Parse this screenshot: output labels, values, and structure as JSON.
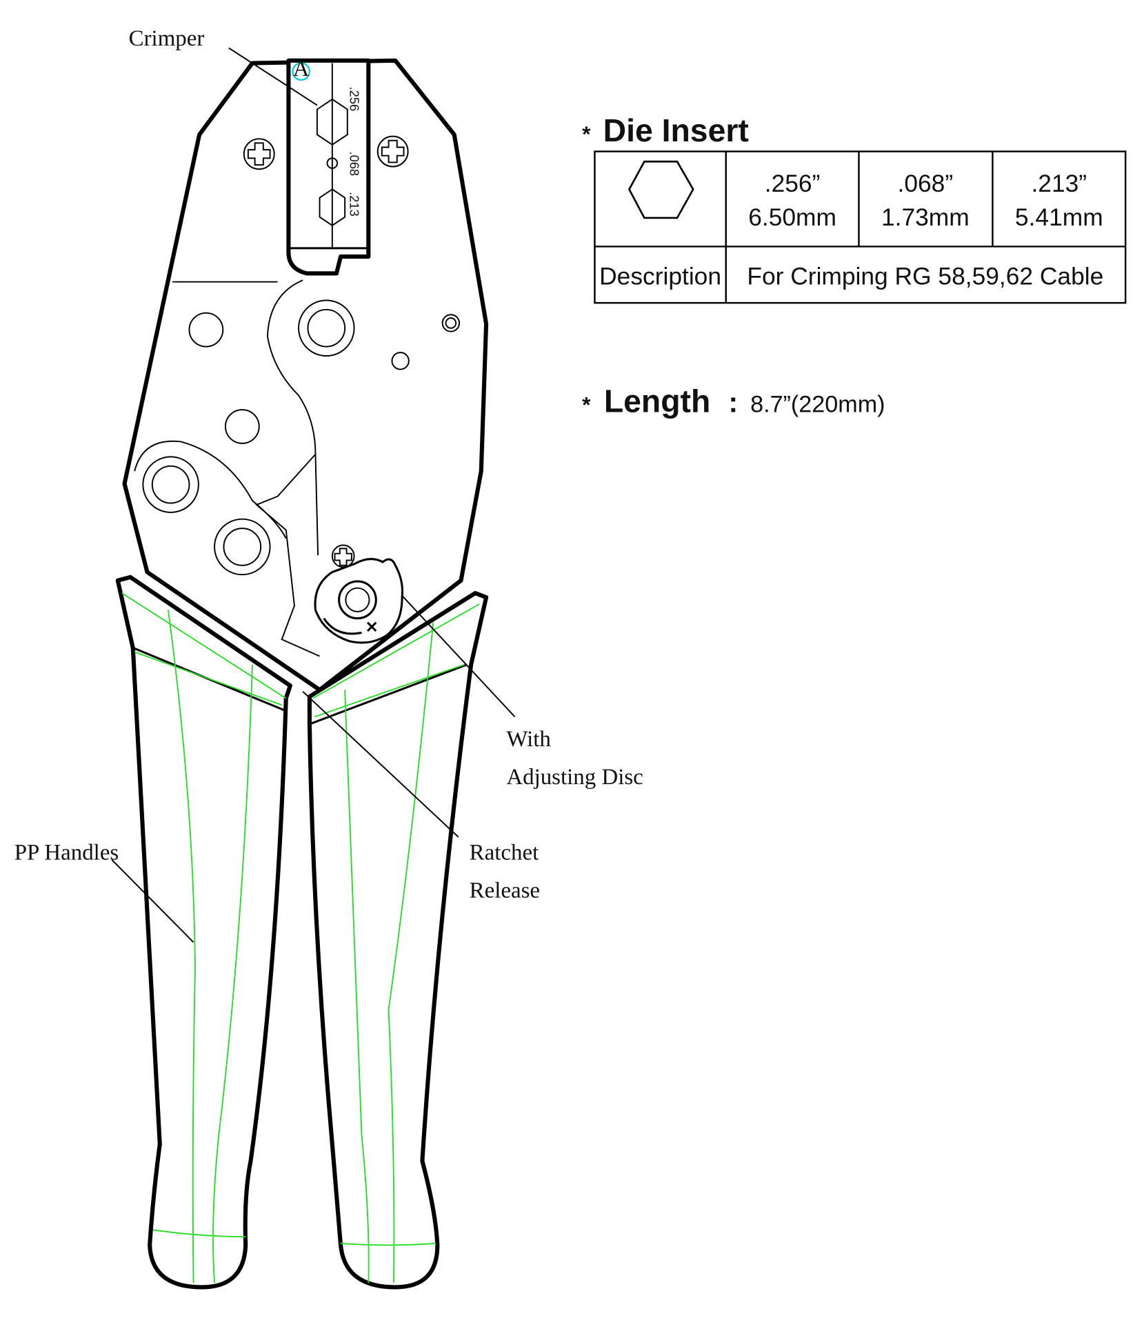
{
  "callouts": {
    "crimper": "Crimper",
    "adjusting_disc_line1": "With",
    "adjusting_disc_line2": "Adjusting Disc",
    "ratchet_line1": "Ratchet",
    "ratchet_line2": "Release",
    "handles": "PP Handles"
  },
  "die_markings": {
    "position_letter": "A",
    "sizes": [
      ".256",
      ".068",
      ".213"
    ]
  },
  "die_insert": {
    "asterisk": "*",
    "title": "Die Insert",
    "shape_icon": "hexagon-icon",
    "columns": [
      {
        "inch": ".256”",
        "mm": "6.50mm"
      },
      {
        "inch": ".068”",
        "mm": "1.73mm"
      },
      {
        "inch": ".213”",
        "mm": "5.41mm"
      }
    ],
    "description_label": "Description",
    "description_value": "For Crimping RG 58,59,62 Cable"
  },
  "length": {
    "asterisk": "*",
    "label": "Length",
    "separator": ":",
    "value": "8.7”(220mm)"
  },
  "colors": {
    "outline": "#000000",
    "handle_contour": "#22dd22",
    "marker": "#00c8d8"
  }
}
